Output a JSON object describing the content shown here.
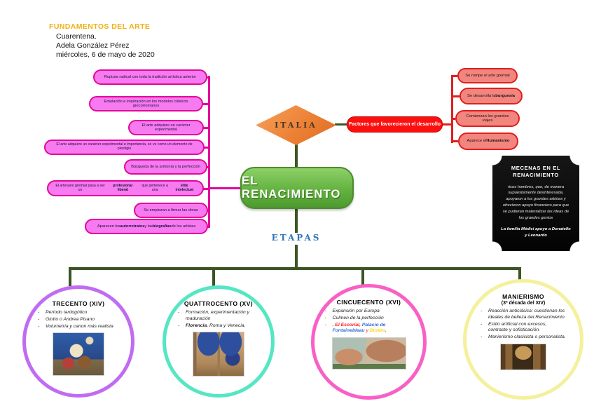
{
  "header": {
    "course": "FUNDAMENTOS DEL ARTE",
    "line1": "Cuarentena.",
    "line2": "Adela González Pérez",
    "line3": "miércoles, 6 de mayo de 2020"
  },
  "map": {
    "country_label": "ITALIA",
    "title": "EL RENACIMIENTO",
    "stages_label": "ETAPAS"
  },
  "characteristics": [
    {
      "segments": [
        {
          "t": "Ruptura radical con toda la tradición artística anterior"
        }
      ]
    },
    {
      "segments": [
        {
          "t": "Emulación e inspiración en los modelos clásicos grecorromanos"
        }
      ]
    },
    {
      "segments": [
        {
          "t": "El arte adquiere un carácter experimental"
        }
      ]
    },
    {
      "segments": [
        {
          "t": "El arte adquiere un carácter experimental e importancia, se ve como un elemento de prestigio"
        }
      ]
    },
    {
      "segments": [
        {
          "t": "Búsqueda de la armonía y la perfección"
        }
      ]
    },
    {
      "segments": [
        {
          "t": "El artesano gremial pasa a ser un "
        },
        {
          "t": "profesional liberal",
          "b": true
        },
        {
          "t": " que pertenece a una "
        },
        {
          "t": "élite intelectual",
          "b": true
        }
      ]
    },
    {
      "segments": [
        {
          "t": "Se empiezan a firmar las obras"
        }
      ]
    },
    {
      "segments": [
        {
          "t": "Aparecen los "
        },
        {
          "t": "autorretratos",
          "b": true
        },
        {
          "t": " y las "
        },
        {
          "t": "biografías",
          "b": true
        },
        {
          "t": " de los artistas"
        }
      ]
    }
  ],
  "factors_box": {
    "label": "Factores que favorecieron el desarrollo"
  },
  "factors": [
    {
      "segments": [
        {
          "t": "Se rompe el arte gremial"
        }
      ]
    },
    {
      "segments": [
        {
          "t": "Se desarrolla la "
        },
        {
          "t": "burguesía",
          "b": true
        }
      ]
    },
    {
      "segments": [
        {
          "t": "Comienzan los grandes viajes"
        }
      ]
    },
    {
      "segments": [
        {
          "t": "Aparece el "
        },
        {
          "t": "Humanismo",
          "b": true
        }
      ]
    }
  ],
  "mecenas": {
    "title": "MECENAS EN EL RENACIMIENTO",
    "body": "ricos hombres, que, de manera supuestamente desinteresada, apoyaron a los grandes artistas y ofrecieron apoyo financiero para que se pudieran materializar las ideas de los grandes genios",
    "note": "La familia Médici apoyo a Donatello y Leonardo"
  },
  "stages": [
    {
      "title": "TRECENTO (XIV)",
      "subtitle": "",
      "bullets": [
        [
          {
            "t": "Período tardogótico"
          }
        ],
        [
          {
            "t": "Giotto o Andrea Pisano"
          }
        ],
        [
          {
            "t": "Volumetría y canon más realista"
          }
        ]
      ]
    },
    {
      "title": "QUATTROCENTO (XV)",
      "subtitle": "",
      "bullets": [
        [
          {
            "t": "Formación, experimentación y maduración"
          }
        ],
        [
          {
            "t": "Florencia",
            "b": true
          },
          {
            "t": ", Roma y Venecia."
          }
        ]
      ]
    },
    {
      "title": "CINCUECENTO (XVI)",
      "subtitle": "",
      "bullets": [
        [
          {
            "t": "Expansión por Europa"
          }
        ],
        [
          {
            "t": "Culmen de la perfección"
          }
        ],
        [
          {
            "t": ", "
          },
          {
            "t": "El Escorial,",
            "b": true,
            "c": "#ff1f1f"
          },
          {
            "t": " "
          },
          {
            "t": "Palacio de Fontainebleau",
            "b": true,
            "c": "#2f6fd8"
          },
          {
            "t": " y ",
            "c": "#ff1f1f"
          },
          {
            "t": "Durero",
            "b": true,
            "c": "#ffd400"
          },
          {
            "t": ","
          }
        ]
      ]
    },
    {
      "title": "MANIERISMO",
      "subtitle": "(3ª década del XIV)",
      "bullets": [
        [
          {
            "t": "Reacción anticlásica: cuestionan los ideales de belleza del Renacimiento"
          }
        ],
        [
          {
            "t": "Estilo artificial con excesos, contraste y sofisticación."
          }
        ],
        [
          {
            "t": "Manierismo clasicista o personalista."
          }
        ]
      ]
    }
  ],
  "ui": {
    "bullet_marker": "-"
  },
  "colors": {
    "gold_header": "#f0b011",
    "magenta_bubble_border": "#e2079a",
    "pink_bubble_fill": "#f87af0",
    "red_line": "#df1f1f",
    "salmon_bubble_fill": "#f2867e",
    "red_box": "#fb0f0f",
    "orange_diamond": "#ec8136",
    "green_node": "#5fae3c",
    "dark_green_connector": "#3c5523",
    "blue_etapas": "#2e75b6",
    "purple_circle": "#c06cf2",
    "mint_circle": "#55e6c3",
    "pink_circle": "#f860c6",
    "yellow_circle": "#f4f09c",
    "plaque_black": "#0a0a0a"
  }
}
